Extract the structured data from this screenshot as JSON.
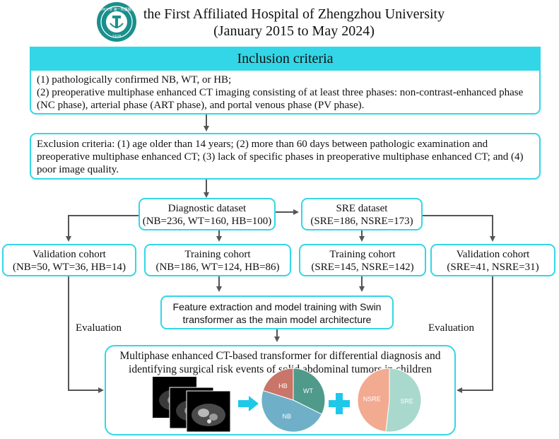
{
  "header": {
    "line1": "the First Affiliated Hospital of Zhengzhou University",
    "line2": "(January 2015 to May 2024)",
    "logo_text": "鄭州大學 第一附屬醫院",
    "logo_year": "1928"
  },
  "inclusion": {
    "title": "Inclusion criteria",
    "line1": "(1)  pathologically confirmed NB, WT, or HB;",
    "line2": "(2) preoperative multiphase enhanced CT imaging consisting of at least three phases: non-contrast-enhanced phase (NC phase), arterial phase (ART phase), and portal venous phase (PV phase)."
  },
  "exclusion": {
    "text": "Exclusion criteria: (1) age older than 14 years; (2) more than 60 days between pathologic examination and preoperative multiphase enhanced CT; (3) lack of specific phases in preoperative multiphase enhanced CT; and (4) poor image quality."
  },
  "diagnostic": {
    "title": "Diagnostic dataset",
    "counts": "(NB=236, WT=160, HB=100)"
  },
  "sre": {
    "title": "SRE dataset",
    "counts": "(SRE=186, NSRE=173)"
  },
  "val_left": {
    "title": "Validation cohort",
    "counts": "(NB=50, WT=36, HB=14)"
  },
  "train_left": {
    "title": "Training cohort",
    "counts": "(NB=186, WT=124, HB=86)"
  },
  "train_right": {
    "title": "Training cohort",
    "counts": "(SRE=145, NSRE=142)"
  },
  "val_right": {
    "title": "Validation cohort",
    "counts": "(SRE=41, NSRE=31)"
  },
  "feature": {
    "line1": "Feature extraction and model training with Swin",
    "line2": "transformer as the main model architecture"
  },
  "evaluation_left": "Evaluation",
  "evaluation_right": "Evaluation",
  "final": {
    "line1": "Multiphase enhanced CT-based transformer for differential diagnosis and",
    "line2": "identifying surgical risk events of solid abdominal tumors in children"
  },
  "pie_left": {
    "labels": [
      "WT",
      "NB",
      "HB"
    ],
    "values": [
      0.323,
      0.476,
      0.201
    ],
    "colors": [
      "#4f9a8a",
      "#6fb0c8",
      "#c9756a"
    ]
  },
  "pie_right": {
    "labels": [
      "SRE",
      "NSRE"
    ],
    "values": [
      0.518,
      0.482
    ],
    "colors": [
      "#a8d9cc",
      "#f2aa91"
    ]
  },
  "colors": {
    "accent": "#33d6e6",
    "arrow": "#555555",
    "plus": "#1fc8e8"
  }
}
